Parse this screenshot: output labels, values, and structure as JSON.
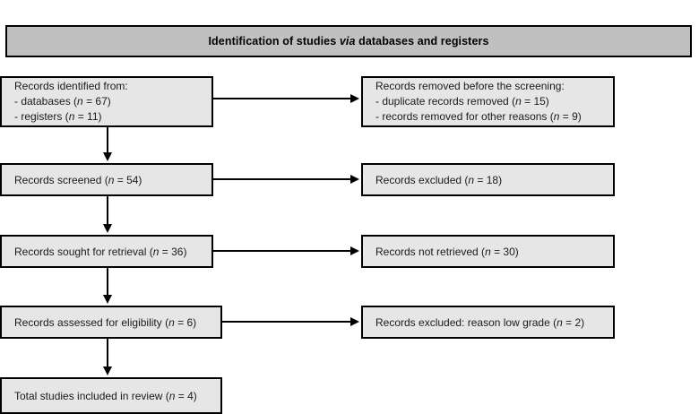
{
  "diagram": {
    "type": "prisma-flow-diagram",
    "banner": {
      "prefix": "Identification of studies ",
      "emphasis": "via",
      "suffix": " databases and registers",
      "full_text": "Identification of studies via databases and registers",
      "background_color": "#c0c0c0"
    },
    "box_fill_color": "#e6e6e6",
    "box_border_color": "#000000",
    "nodes": {
      "identified": {
        "lines": [
          "Records identified from:",
          "- databases (n = 67)",
          "- registers (n = 11)"
        ]
      },
      "removed": {
        "lines": [
          "Records removed before the screening:",
          "- duplicate records removed (n = 15)",
          "- records removed for other reasons (n = 9)"
        ]
      },
      "screened": {
        "lines": [
          "Records screened (n = 54)"
        ]
      },
      "excluded": {
        "lines": [
          "Records excluded (n = 18)"
        ]
      },
      "sought": {
        "lines": [
          "Records sought for retrieval (n = 36)"
        ]
      },
      "not_retrieved": {
        "lines": [
          "Records not retrieved (n = 30)"
        ]
      },
      "assessed": {
        "lines": [
          "Records assessed for eligibility (n = 6)"
        ]
      },
      "excluded_low_grade": {
        "lines": [
          "Records excluded: reason low grade (n = 2)"
        ]
      },
      "total_included": {
        "lines": [
          "Total studies included in review (n = 4)"
        ]
      }
    },
    "counts": {
      "databases": 67,
      "registers": 11,
      "duplicates_removed": 15,
      "removed_other_reasons": 9,
      "screened": 54,
      "excluded_screening": 18,
      "sought_for_retrieval": 36,
      "not_retrieved": 30,
      "assessed_for_eligibility": 6,
      "excluded_low_grade": 2,
      "total_included": 4
    }
  }
}
